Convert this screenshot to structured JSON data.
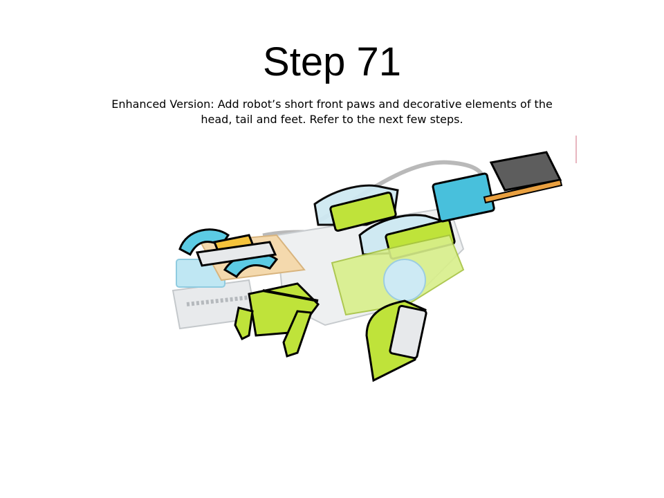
{
  "slide": {
    "title": "Step 71",
    "instruction": "Enhanced Version: Add robot’s short front paws and decorative elements of the head, tail and feet. Refer to the next few steps."
  },
  "illustration": {
    "subject": "lego-robot-crocodile-build-step",
    "colors": {
      "lime": "#bfe33a",
      "lime_dark": "#8fb11d",
      "light_blue": "#8fd6ea",
      "blue": "#29b6d2",
      "yellow": "#f5c33b",
      "grey": "#d9dcdf",
      "dark_grey": "#5b5b5b",
      "tan": "#e9c48a",
      "orange": "#e9a040"
    }
  }
}
